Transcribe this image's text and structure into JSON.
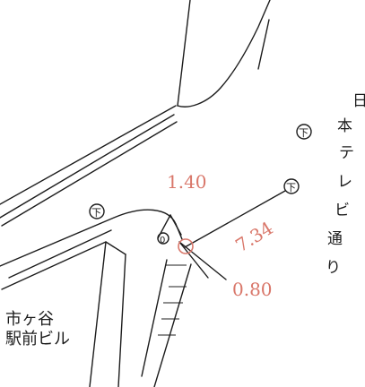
{
  "labels": {
    "street_chars": [
      "日",
      "本",
      "テ",
      "レ",
      "ビ",
      "通",
      "り"
    ],
    "building_line1": "市ヶ谷",
    "building_line2": "駅前ビル"
  },
  "measurements": {
    "height_label": "1.40",
    "diagonal_label": "7.34",
    "width_label": "0.80"
  },
  "markers": {
    "subway_symbol": "下",
    "small_marker": "0"
  },
  "colors": {
    "ink": "#1c1c1c",
    "annotation": "#d9776a",
    "background": "#ffffff"
  }
}
